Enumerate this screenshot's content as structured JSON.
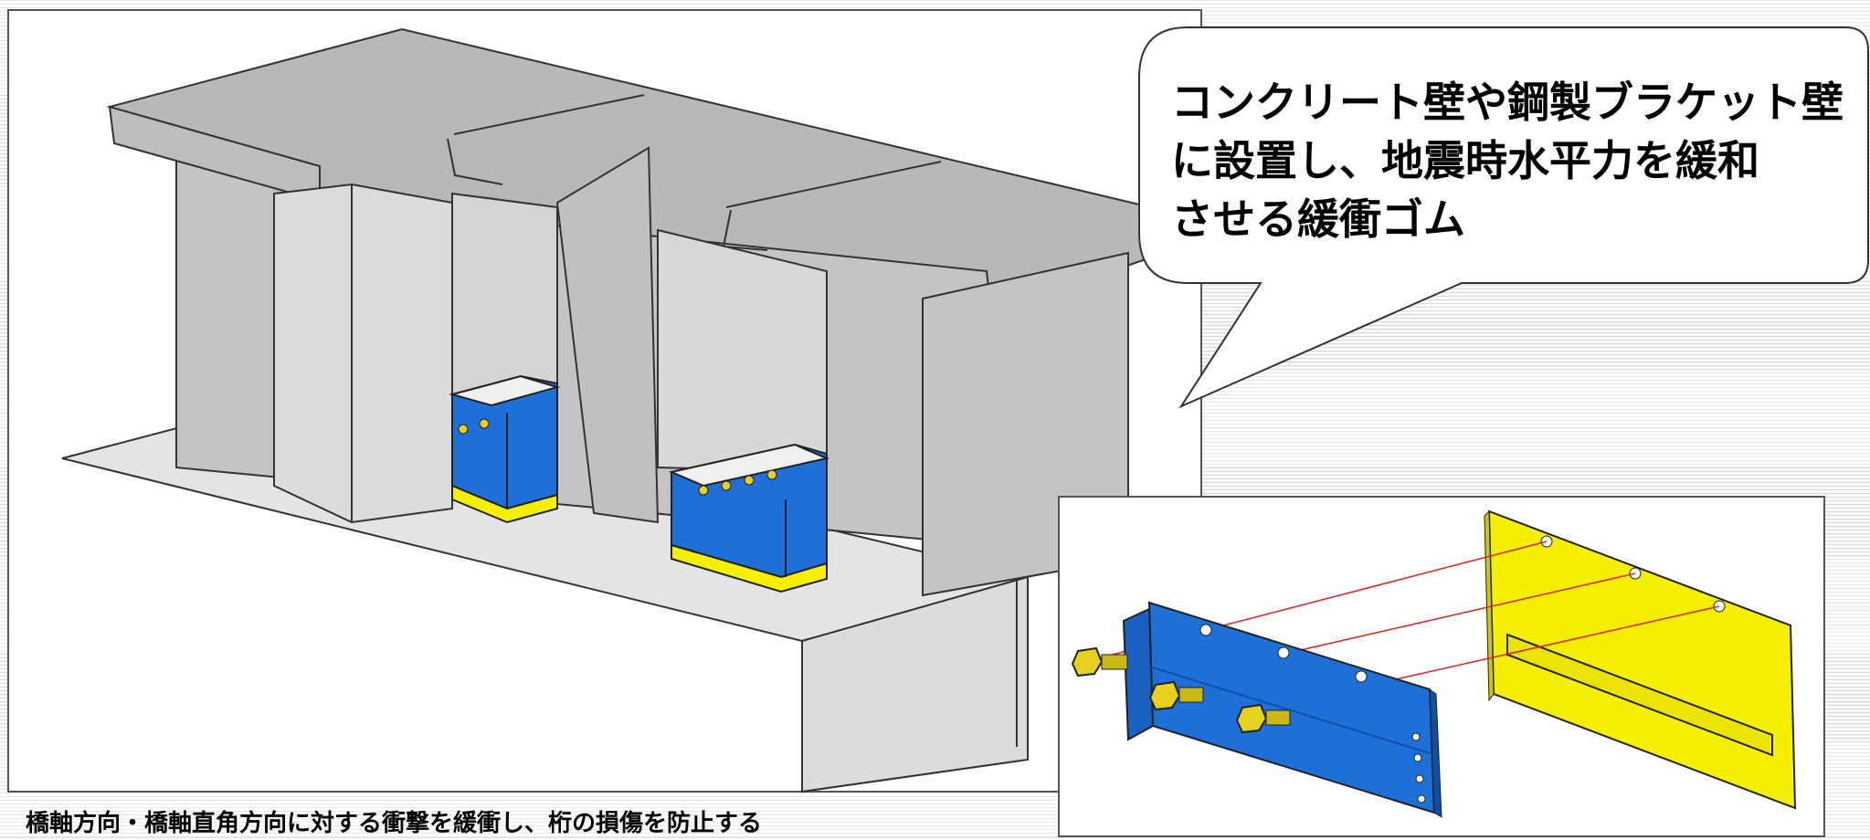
{
  "callout": {
    "text": "コンクリート壁や鋼製ブラケット壁\nに設置し、地震時水平力を緩和\nさせる緩衝ゴム"
  },
  "caption": {
    "text": "橋軸方向・橋軸直角方向に対する衝撃を緩衝し、桁の損傷を防止する"
  },
  "colors": {
    "concrete_top": "#b8b8b8",
    "concrete_side": "#c4c4c4",
    "concrete_light": "#dcdcdc",
    "ground": "#e4e4e4",
    "rubber_blue": "#1e6fd8",
    "plate_yellow": "#f5f000",
    "bolt_yellow": "#e6d21e",
    "leader_red": "#e02020"
  },
  "icons": [
    "bridge-girder-illustration",
    "buffer-rubber-illustration",
    "bolt-icon"
  ]
}
